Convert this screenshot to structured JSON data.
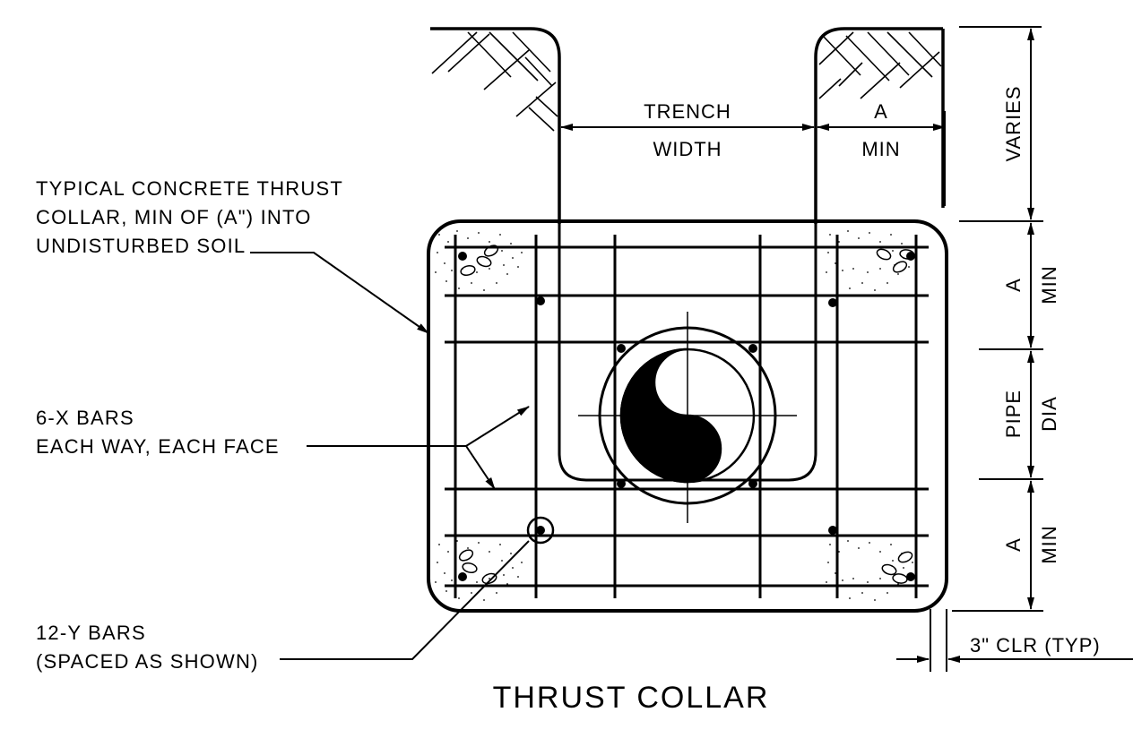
{
  "drawing": {
    "title": "THRUST COLLAR",
    "notes": {
      "collar": [
        "TYPICAL CONCRETE THRUST",
        "COLLAR, MIN OF (A\") INTO",
        "UNDISTURBED SOIL"
      ],
      "x_bars": [
        "6-X BARS",
        "EACH WAY, EACH FACE"
      ],
      "y_bars": [
        "12-Y BARS",
        "(SPACED AS SHOWN)"
      ]
    },
    "dimensions": {
      "trench_width": [
        "TRENCH",
        "WIDTH"
      ],
      "a_min_top": [
        "A",
        "MIN"
      ],
      "varies": "VARIES",
      "a_min_upper": [
        "A",
        "MIN"
      ],
      "pipe_dia": [
        "PIPE",
        "DIA"
      ],
      "a_min_lower": [
        "A",
        "MIN"
      ],
      "clear": "3\" CLR (TYP)"
    }
  }
}
